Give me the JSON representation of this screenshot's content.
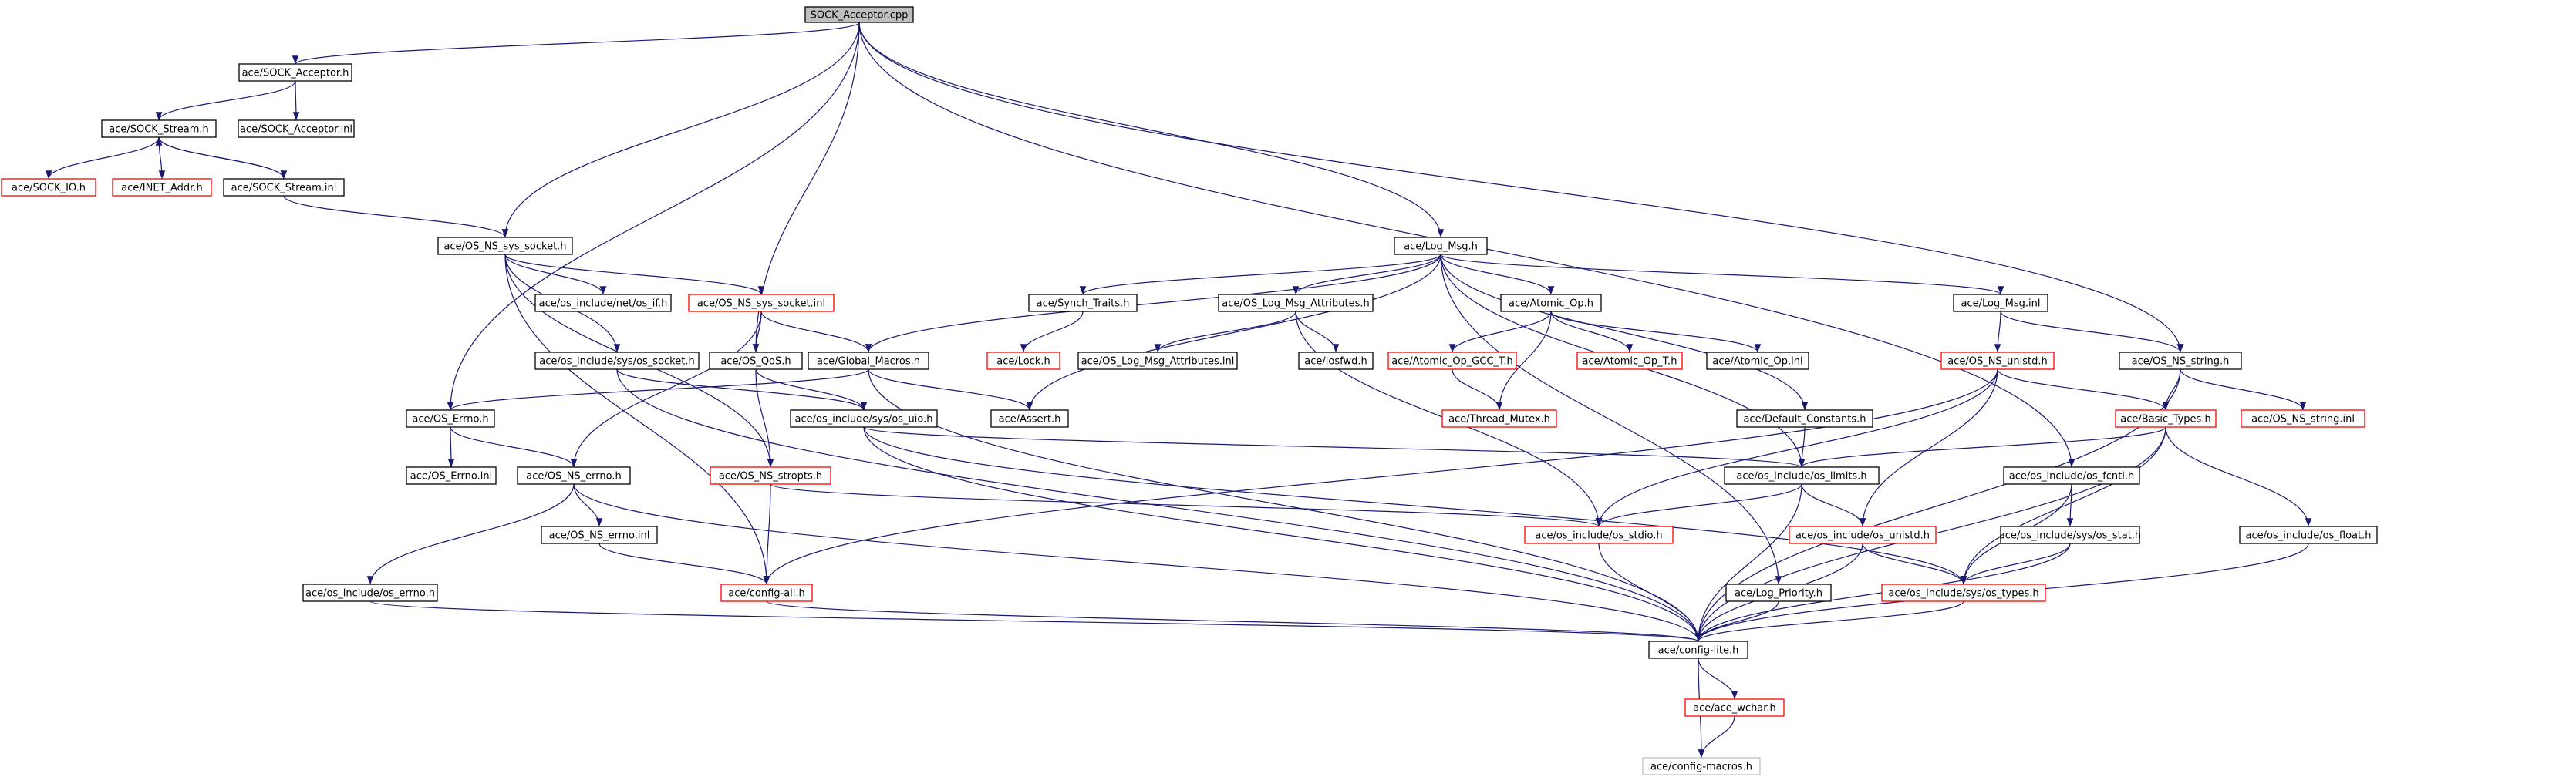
{
  "colors": {
    "edge": "#191970",
    "border_normal": "#000000",
    "border_truncated": "#ff0000",
    "border_leaf": "#bfbfbf",
    "root_fill": "#bfbfbf",
    "fill": "#ffffff"
  },
  "nodes": [
    {
      "id": "root",
      "label": "SOCK_Acceptor.cpp",
      "kind": "root"
    },
    {
      "id": "sockacc_h",
      "label": "ace/SOCK_Acceptor.h",
      "kind": "normal"
    },
    {
      "id": "sockacc_inl",
      "label": "ace/SOCK_Acceptor.inl",
      "kind": "normal"
    },
    {
      "id": "sockstream_h",
      "label": "ace/SOCK_Stream.h",
      "kind": "normal"
    },
    {
      "id": "sockio",
      "label": "ace/SOCK_IO.h",
      "kind": "truncated"
    },
    {
      "id": "inetaddr",
      "label": "ace/INET_Addr.h",
      "kind": "truncated"
    },
    {
      "id": "sockstream_inl",
      "label": "ace/SOCK_Stream.inl",
      "kind": "normal"
    },
    {
      "id": "osns_sock_h",
      "label": "ace/OS_NS_sys_socket.h",
      "kind": "normal"
    },
    {
      "id": "netif",
      "label": "ace/os_include/net/os_if.h",
      "kind": "normal"
    },
    {
      "id": "osns_sock_inl",
      "label": "ace/OS_NS_sys_socket.inl",
      "kind": "truncated"
    },
    {
      "id": "syssocket",
      "label": "ace/os_include/sys/os_socket.h",
      "kind": "normal"
    },
    {
      "id": "osqos",
      "label": "ace/OS_QoS.h",
      "kind": "normal"
    },
    {
      "id": "globalmacros",
      "label": "ace/Global_Macros.h",
      "kind": "normal"
    },
    {
      "id": "oserrno_h",
      "label": "ace/OS_Errno.h",
      "kind": "normal"
    },
    {
      "id": "oserrno_inl",
      "label": "ace/OS_Errno.inl",
      "kind": "normal"
    },
    {
      "id": "osnserrno_h",
      "label": "ace/OS_NS_errno.h",
      "kind": "normal"
    },
    {
      "id": "osnserrno_inl",
      "label": "ace/OS_NS_errno.inl",
      "kind": "normal"
    },
    {
      "id": "oserrnoinc",
      "label": "ace/os_include/os_errno.h",
      "kind": "normal"
    },
    {
      "id": "sysuio",
      "label": "ace/os_include/sys/os_uio.h",
      "kind": "normal"
    },
    {
      "id": "assert",
      "label": "ace/Assert.h",
      "kind": "normal"
    },
    {
      "id": "stropts",
      "label": "ace/OS_NS_stropts.h",
      "kind": "truncated"
    },
    {
      "id": "configall",
      "label": "ace/config-all.h",
      "kind": "truncated"
    },
    {
      "id": "logmsg_h",
      "label": "ace/Log_Msg.h",
      "kind": "normal"
    },
    {
      "id": "synchtraits",
      "label": "ace/Synch_Traits.h",
      "kind": "normal"
    },
    {
      "id": "lock",
      "label": "ace/Lock.h",
      "kind": "truncated"
    },
    {
      "id": "logattr_h",
      "label": "ace/OS_Log_Msg_Attributes.h",
      "kind": "normal"
    },
    {
      "id": "logattr_inl",
      "label": "ace/OS_Log_Msg_Attributes.inl",
      "kind": "normal"
    },
    {
      "id": "iosfwd",
      "label": "ace/iosfwd.h",
      "kind": "normal"
    },
    {
      "id": "atomicop_h",
      "label": "ace/Atomic_Op.h",
      "kind": "normal"
    },
    {
      "id": "atomicgcc",
      "label": "ace/Atomic_Op_GCC_T.h",
      "kind": "truncated"
    },
    {
      "id": "atomict",
      "label": "ace/Atomic_Op_T.h",
      "kind": "truncated"
    },
    {
      "id": "atomic_inl",
      "label": "ace/Atomic_Op.inl",
      "kind": "normal"
    },
    {
      "id": "threadmutex",
      "label": "ace/Thread_Mutex.h",
      "kind": "truncated"
    },
    {
      "id": "defconst",
      "label": "ace/Default_Constants.h",
      "kind": "normal"
    },
    {
      "id": "logmsg_inl",
      "label": "ace/Log_Msg.inl",
      "kind": "normal"
    },
    {
      "id": "osnsunistd",
      "label": "ace/OS_NS_unistd.h",
      "kind": "truncated"
    },
    {
      "id": "osnsstring_h",
      "label": "ace/OS_NS_string.h",
      "kind": "normal"
    },
    {
      "id": "basictypes",
      "label": "ace/Basic_Types.h",
      "kind": "truncated"
    },
    {
      "id": "osnsstring_inl",
      "label": "ace/OS_NS_string.inl",
      "kind": "truncated"
    },
    {
      "id": "oslimits",
      "label": "ace/os_include/os_limits.h",
      "kind": "normal"
    },
    {
      "id": "osstdio",
      "label": "ace/os_include/os_stdio.h",
      "kind": "truncated"
    },
    {
      "id": "osunistd",
      "label": "ace/os_include/os_unistd.h",
      "kind": "truncated"
    },
    {
      "id": "osfcntl",
      "label": "ace/os_include/os_fcntl.h",
      "kind": "normal"
    },
    {
      "id": "sysstat",
      "label": "ace/os_include/sys/os_stat.h",
      "kind": "normal"
    },
    {
      "id": "osfloat",
      "label": "ace/os_include/os_float.h",
      "kind": "normal"
    },
    {
      "id": "systypes",
      "label": "ace/os_include/sys/os_types.h",
      "kind": "truncated"
    },
    {
      "id": "logprio",
      "label": "ace/Log_Priority.h",
      "kind": "normal"
    },
    {
      "id": "configlite",
      "label": "ace/config-lite.h",
      "kind": "normal"
    },
    {
      "id": "acewchar",
      "label": "ace/ace_wchar.h",
      "kind": "truncated"
    },
    {
      "id": "configmacros",
      "label": "ace/config-macros.h",
      "kind": "leaf"
    }
  ],
  "edges": [
    [
      "root",
      "sockacc_h"
    ],
    [
      "root",
      "osns_sock_h"
    ],
    [
      "root",
      "oserrno_h"
    ],
    [
      "root",
      "osqos"
    ],
    [
      "root",
      "logmsg_h"
    ],
    [
      "root",
      "osnsstring_h"
    ],
    [
      "root",
      "osfcntl"
    ],
    [
      "sockacc_h",
      "sockstream_h"
    ],
    [
      "sockacc_h",
      "sockacc_inl"
    ],
    [
      "sockstream_h",
      "sockio"
    ],
    [
      "sockstream_h",
      "inetaddr"
    ],
    [
      "sockstream_h",
      "sockstream_inl"
    ],
    [
      "sockstream_inl",
      "sockstream_h"
    ],
    [
      "sockstream_inl",
      "osns_sock_h"
    ],
    [
      "osns_sock_h",
      "netif"
    ],
    [
      "osns_sock_h",
      "osns_sock_inl"
    ],
    [
      "osns_sock_h",
      "syssocket"
    ],
    [
      "osns_sock_h",
      "stropts"
    ],
    [
      "osns_sock_h",
      "configall"
    ],
    [
      "osns_sock_inl",
      "osqos"
    ],
    [
      "osns_sock_inl",
      "globalmacros"
    ],
    [
      "osns_sock_inl",
      "osnserrno_h"
    ],
    [
      "syssocket",
      "sysuio"
    ],
    [
      "syssocket",
      "configlite"
    ],
    [
      "osqos",
      "sysuio"
    ],
    [
      "osqos",
      "stropts"
    ],
    [
      "globalmacros",
      "oserrno_h"
    ],
    [
      "globalmacros",
      "assert"
    ],
    [
      "globalmacros",
      "configlite"
    ],
    [
      "oserrno_h",
      "oserrno_inl"
    ],
    [
      "oserrno_h",
      "osnserrno_h"
    ],
    [
      "osnserrno_h",
      "osnserrno_inl"
    ],
    [
      "osnserrno_h",
      "oserrnoinc"
    ],
    [
      "osnserrno_h",
      "configlite"
    ],
    [
      "osnserrno_inl",
      "configall"
    ],
    [
      "oserrnoinc",
      "configlite"
    ],
    [
      "sysuio",
      "oslimits"
    ],
    [
      "sysuio",
      "systypes"
    ],
    [
      "sysuio",
      "configlite"
    ],
    [
      "stropts",
      "configall"
    ],
    [
      "stropts",
      "osstdio"
    ],
    [
      "configall",
      "configlite"
    ],
    [
      "logmsg_h",
      "synchtraits"
    ],
    [
      "logmsg_h",
      "logattr_h"
    ],
    [
      "logmsg_h",
      "atomicop_h"
    ],
    [
      "logmsg_h",
      "logmsg_inl"
    ],
    [
      "logmsg_h",
      "globalmacros"
    ],
    [
      "logmsg_h",
      "assert"
    ],
    [
      "logmsg_h",
      "defconst"
    ],
    [
      "logmsg_h",
      "oslimits"
    ],
    [
      "logmsg_h",
      "logprio"
    ],
    [
      "synchtraits",
      "lock"
    ],
    [
      "logattr_h",
      "logattr_inl"
    ],
    [
      "logattr_h",
      "iosfwd"
    ],
    [
      "logattr_h",
      "osstdio"
    ],
    [
      "atomicop_h",
      "atomicgcc"
    ],
    [
      "atomicop_h",
      "atomict"
    ],
    [
      "atomicop_h",
      "atomic_inl"
    ],
    [
      "atomicop_h",
      "threadmutex"
    ],
    [
      "atomicgcc",
      "threadmutex"
    ],
    [
      "defconst",
      "oslimits"
    ],
    [
      "logmsg_inl",
      "osnsunistd"
    ],
    [
      "logmsg_inl",
      "osnsstring_h"
    ],
    [
      "osnsunistd",
      "basictypes"
    ],
    [
      "osnsunistd",
      "osunistd"
    ],
    [
      "osnsunistd",
      "osstdio"
    ],
    [
      "osnsunistd",
      "configall"
    ],
    [
      "osnsstring_h",
      "basictypes"
    ],
    [
      "osnsstring_h",
      "osnsstring_inl"
    ],
    [
      "osnsstring_h",
      "configlite"
    ],
    [
      "basictypes",
      "oslimits"
    ],
    [
      "basictypes",
      "osfloat"
    ],
    [
      "basictypes",
      "systypes"
    ],
    [
      "basictypes",
      "configlite"
    ],
    [
      "oslimits",
      "osstdio"
    ],
    [
      "oslimits",
      "osunistd"
    ],
    [
      "oslimits",
      "configlite"
    ],
    [
      "osstdio",
      "configlite"
    ],
    [
      "osunistd",
      "systypes"
    ],
    [
      "osunistd",
      "configlite"
    ],
    [
      "osfcntl",
      "sysstat"
    ],
    [
      "osfcntl",
      "systypes"
    ],
    [
      "sysstat",
      "systypes"
    ],
    [
      "sysstat",
      "configlite"
    ],
    [
      "osfloat",
      "configlite"
    ],
    [
      "systypes",
      "configlite"
    ],
    [
      "logprio",
      "configlite"
    ],
    [
      "configlite",
      "acewchar"
    ],
    [
      "configlite",
      "configmacros"
    ],
    [
      "acewchar",
      "configmacros"
    ]
  ]
}
